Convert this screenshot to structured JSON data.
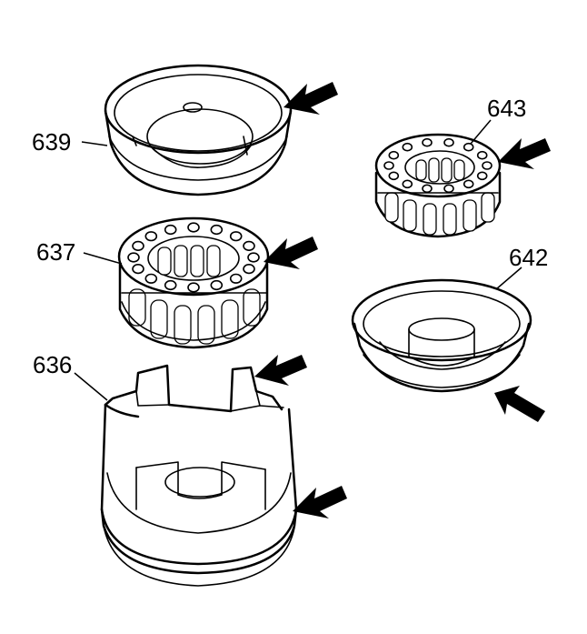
{
  "callouts": {
    "p639": "639",
    "p637": "637",
    "p636": "636",
    "p643": "643",
    "p642": "642"
  },
  "colors": {
    "line": "#000000",
    "background": "#ffffff"
  },
  "icons": [
    "arrow-icon"
  ]
}
